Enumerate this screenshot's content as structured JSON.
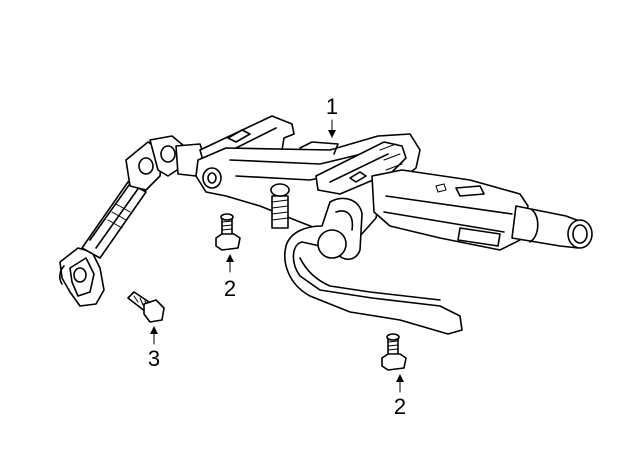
{
  "diagram": {
    "callouts": [
      {
        "id": "c1",
        "label": "1"
      },
      {
        "id": "c2a",
        "label": "2"
      },
      {
        "id": "c2b",
        "label": "2"
      },
      {
        "id": "c3",
        "label": "3"
      }
    ],
    "line_color": "#000000",
    "background": "#ffffff"
  }
}
